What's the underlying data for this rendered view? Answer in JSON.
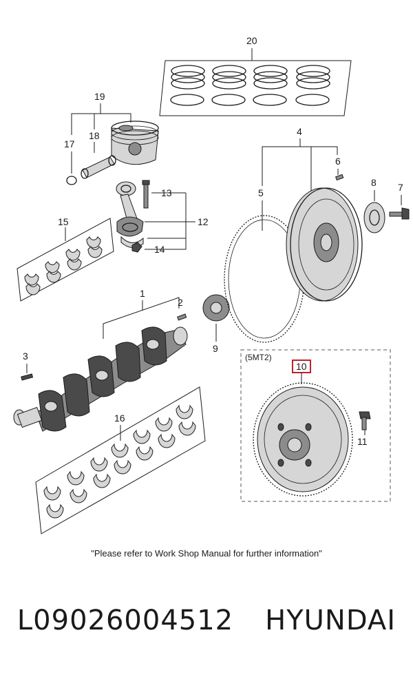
{
  "diagram": {
    "callouts": {
      "n1": "1",
      "n2": "2",
      "n3": "3",
      "n4": "4",
      "n5": "5",
      "n6": "6",
      "n7": "7",
      "n8": "8",
      "n9": "9",
      "n10": "10",
      "n11": "11",
      "n12": "12",
      "n13": "13",
      "n14": "14",
      "n15": "15",
      "n16": "16",
      "n17": "17",
      "n18": "18",
      "n19": "19",
      "n20": "20"
    },
    "variant_label": "(5MT2)",
    "highlighted_part": "10",
    "highlight_color": "#c0202a"
  },
  "note": "\"Please refer to Work Shop Manual for further information\"",
  "caption": {
    "part_number": "L09026004512",
    "brand": "HYUNDAI"
  }
}
